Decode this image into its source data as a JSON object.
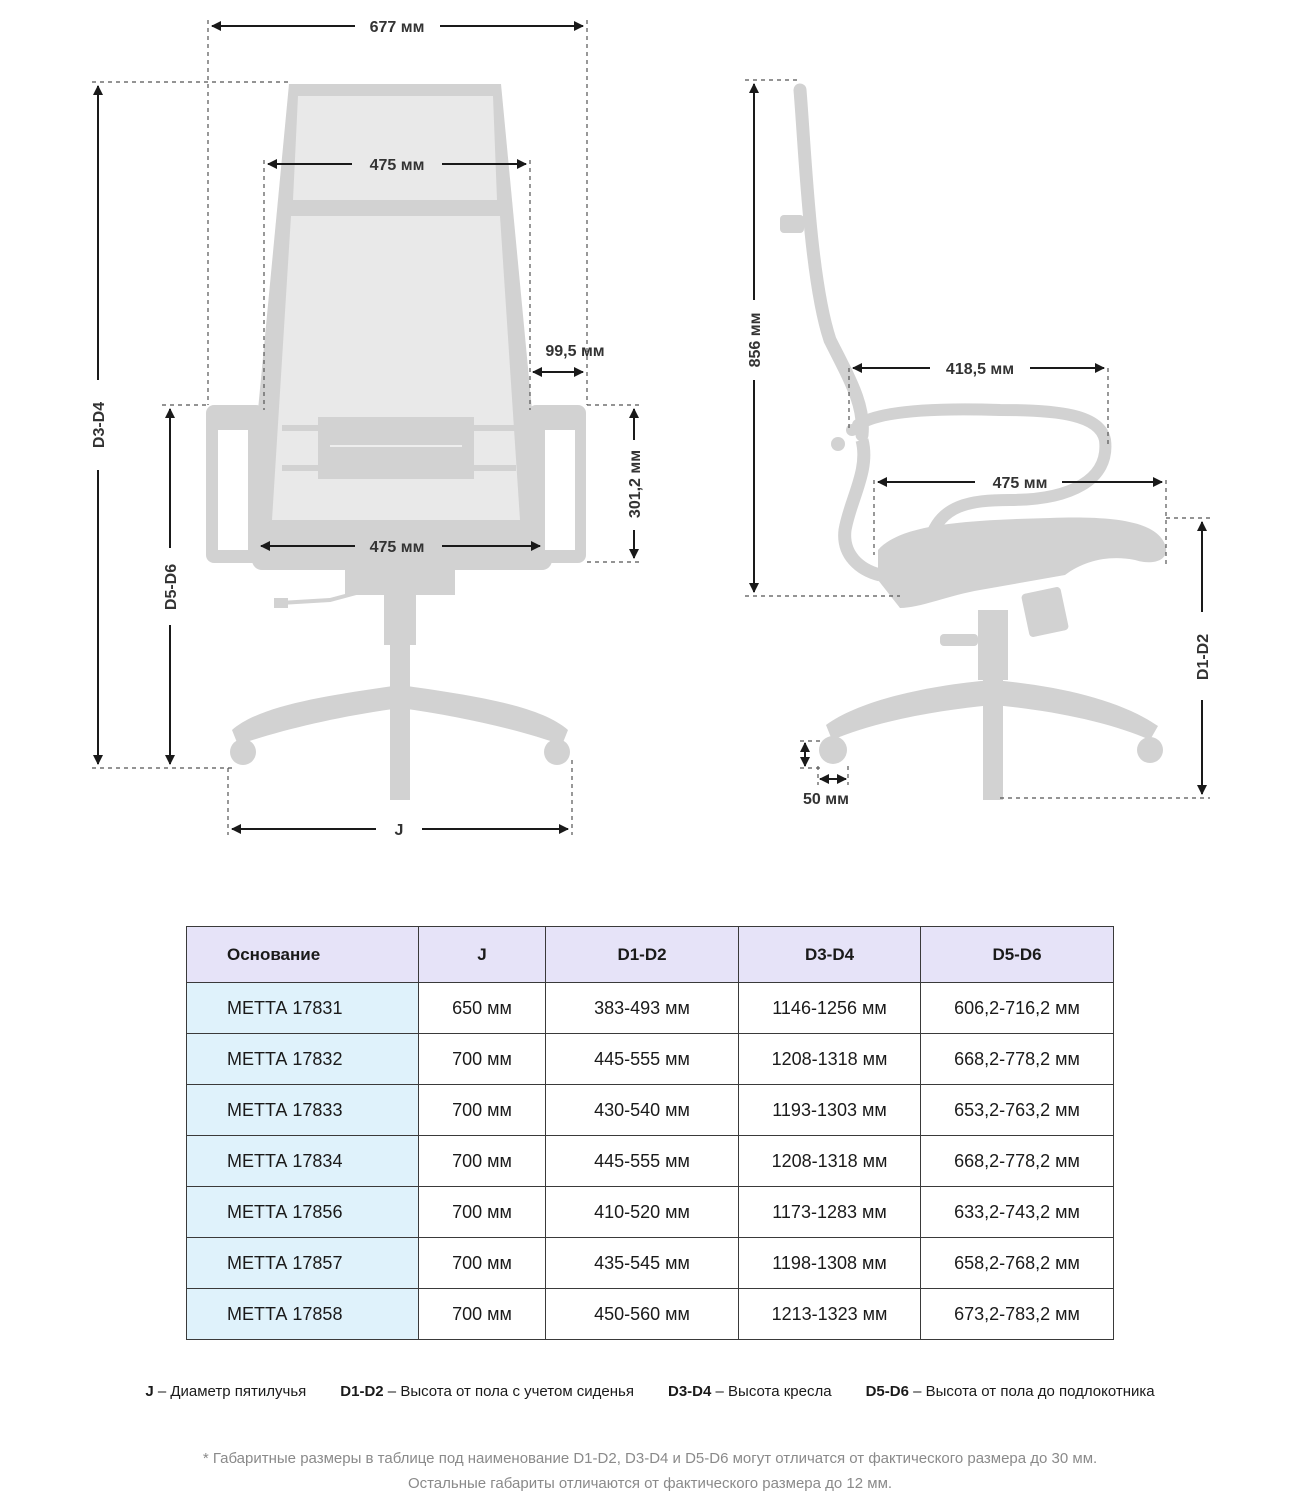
{
  "dimensions": {
    "front_width": "677 мм",
    "backrest_width_top": "475 мм",
    "armrest_offset": "99,5 мм",
    "armrest_height": "301,2 мм",
    "seat_width_front": "475 мм",
    "overall_height": "D3-D4",
    "armrest_floor_height": "D5-D6",
    "base_diameter": "J",
    "back_height": "856 мм",
    "armrest_depth": "418,5 мм",
    "seat_depth": "475 мм",
    "seat_floor_height": "D1-D2",
    "caster": "50 мм"
  },
  "table": {
    "headers": [
      "Основание",
      "J",
      "D1-D2",
      "D3-D4",
      "D5-D6"
    ],
    "rows": [
      [
        "МЕТТА 17831",
        "650 мм",
        "383-493 мм",
        "1146-1256 мм",
        "606,2-716,2 мм"
      ],
      [
        "МЕТТА 17832",
        "700 мм",
        "445-555 мм",
        "1208-1318 мм",
        "668,2-778,2 мм"
      ],
      [
        "МЕТТА 17833",
        "700 мм",
        "430-540 мм",
        "1193-1303 мм",
        "653,2-763,2 мм"
      ],
      [
        "МЕТТА 17834",
        "700 мм",
        "445-555 мм",
        "1208-1318 мм",
        "668,2-778,2 мм"
      ],
      [
        "МЕТТА 17856",
        "700 мм",
        "410-520 мм",
        "1173-1283 мм",
        "633,2-743,2 мм"
      ],
      [
        "МЕТТА 17857",
        "700 мм",
        "435-545 мм",
        "1198-1308 мм",
        "658,2-768,2 мм"
      ],
      [
        "МЕТТА 17858",
        "700 мм",
        "450-560 мм",
        "1213-1323 мм",
        "673,2-783,2 мм"
      ]
    ]
  },
  "legend": [
    {
      "key": "J",
      "text": " – Диаметр пятилучья"
    },
    {
      "key": "D1-D2",
      "text": " – Высота от пола с учетом сиденья"
    },
    {
      "key": "D3-D4",
      "text": " – Высота кресла"
    },
    {
      "key": "D5-D6",
      "text": " – Высота от пола до подлокотника"
    }
  ],
  "footnote": {
    "line1": "* Габаритные размеры в таблице под наименование D1-D2, D3-D4 и D5-D6 могут отличатся от фактического размера до 30 мм.",
    "line2": "Остальные габариты отличаются от фактического размера до 12 мм."
  },
  "colors": {
    "header_bg": "#e6e3f8",
    "first_col_bg": "#dff2fb",
    "chair_gray": "#d2d2d2"
  }
}
